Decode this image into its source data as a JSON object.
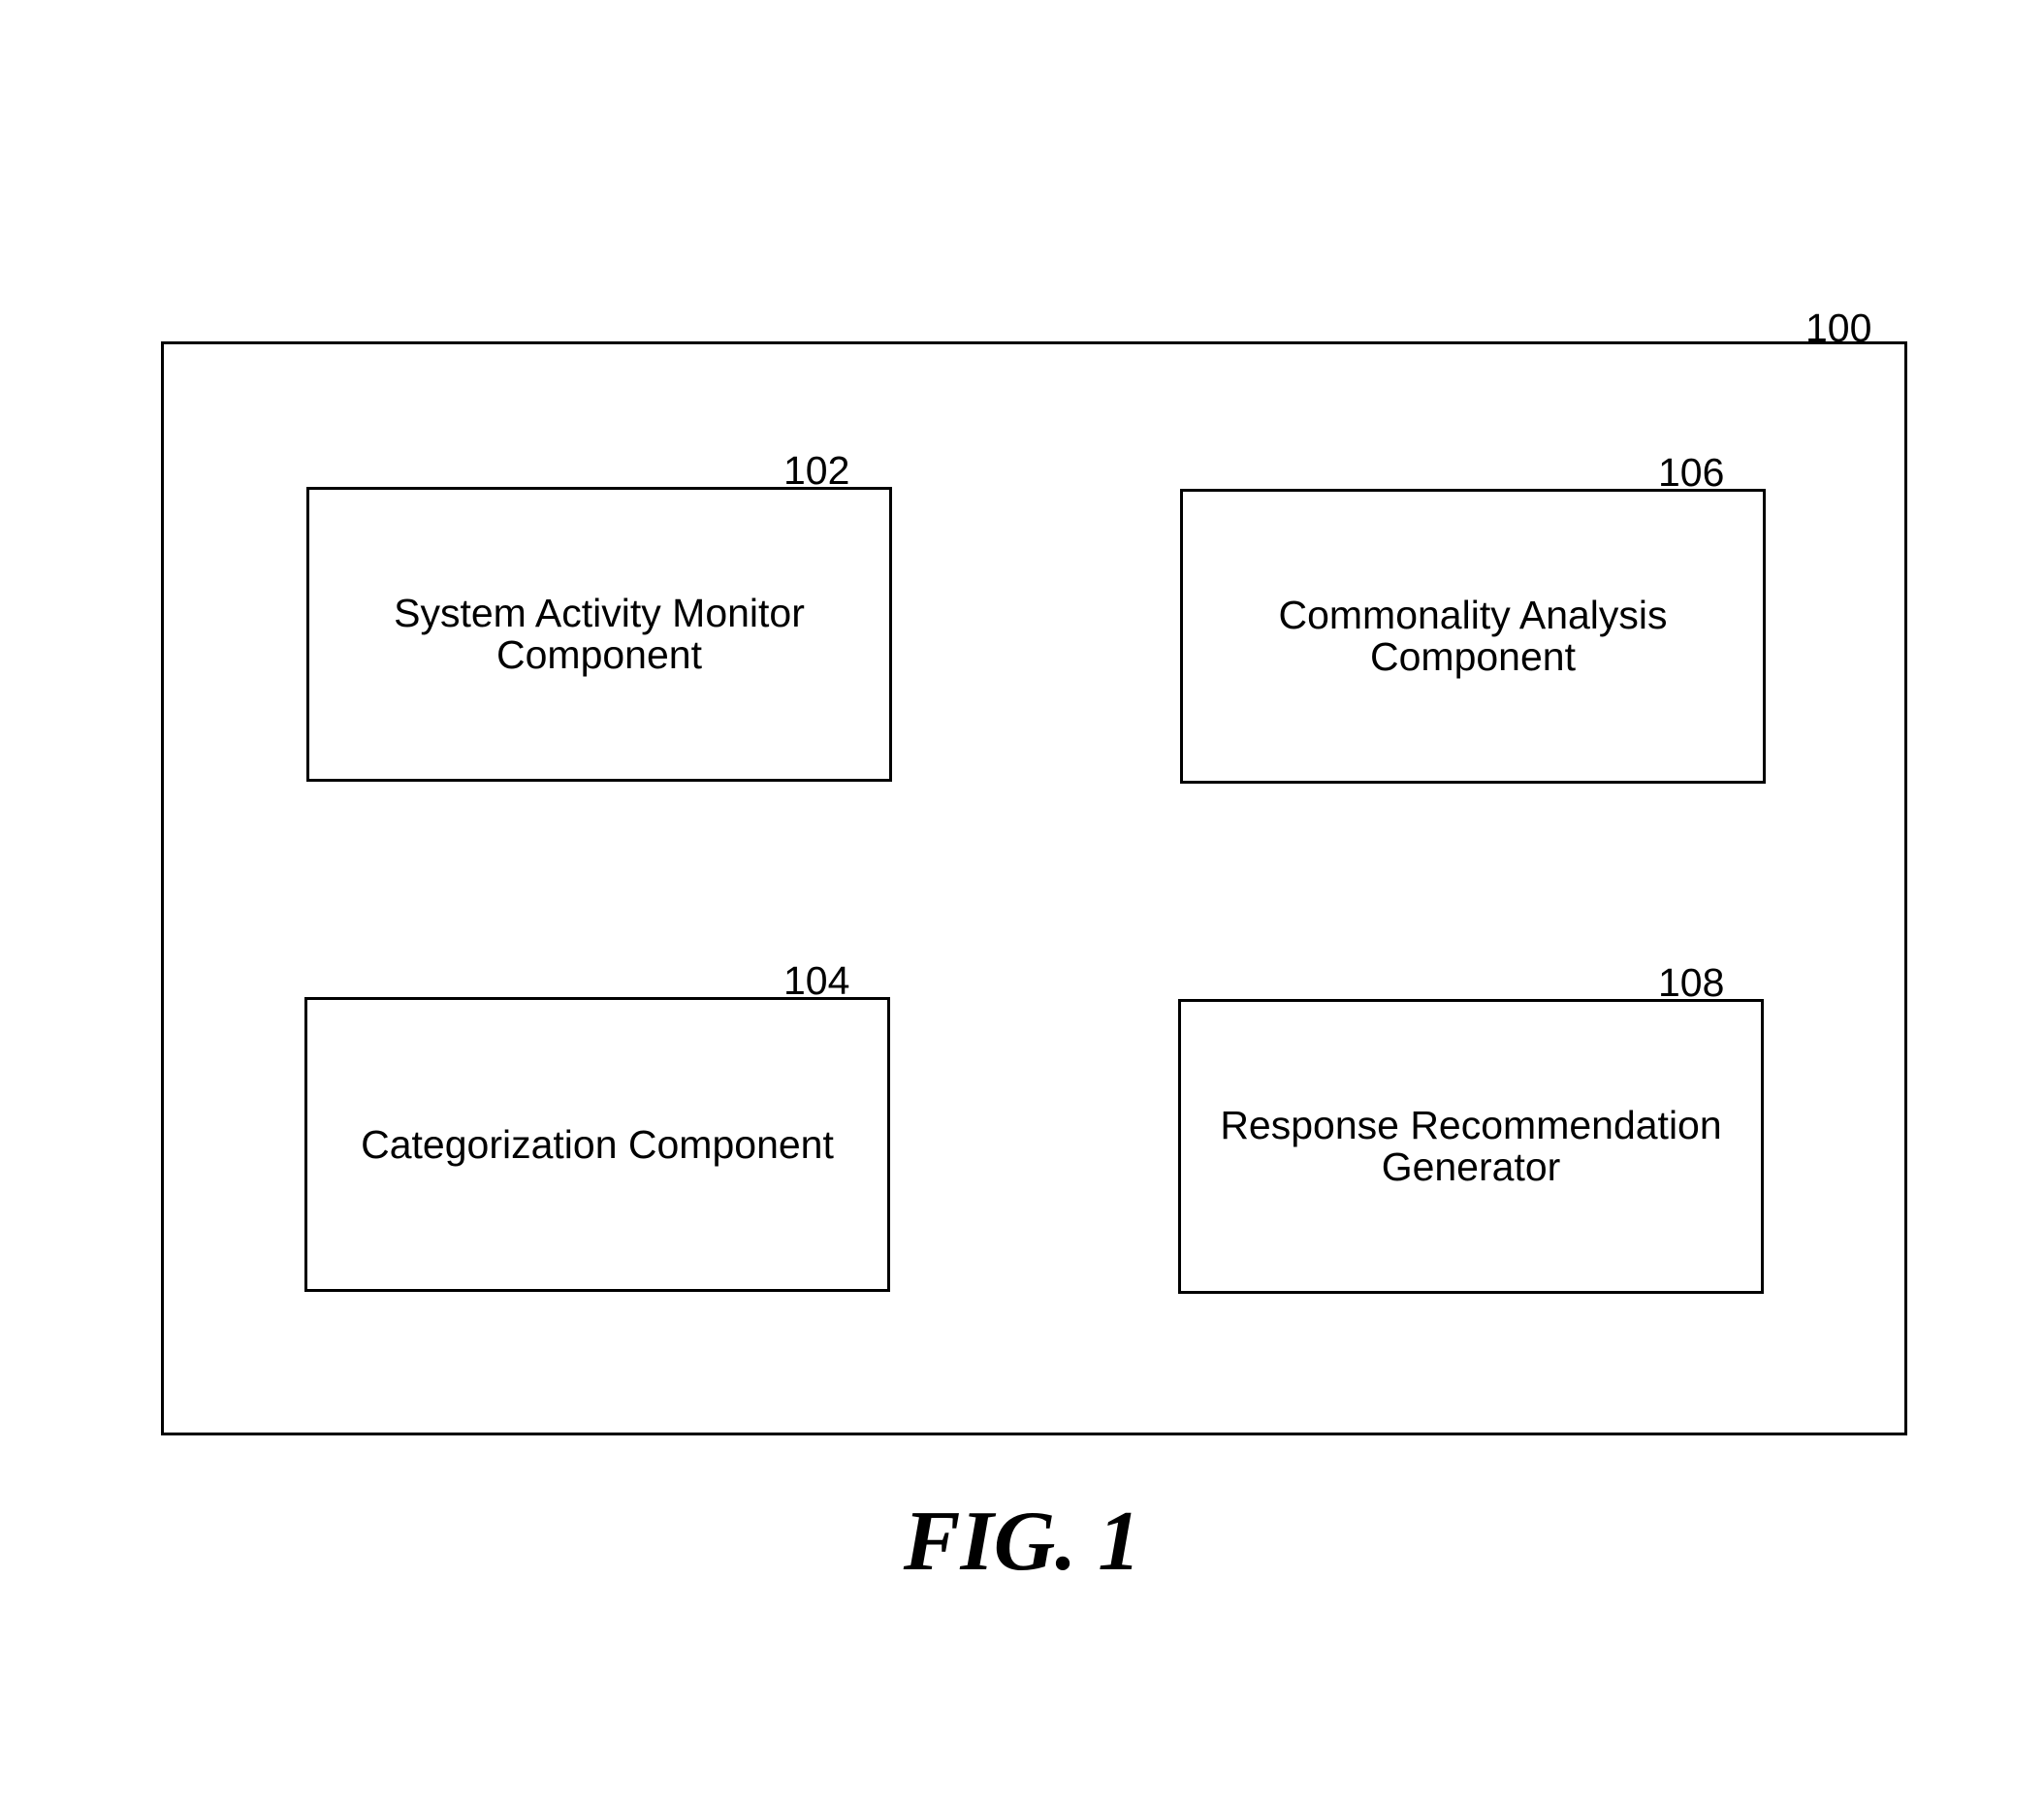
{
  "system": {
    "ref": "100"
  },
  "components": [
    {
      "ref": "102",
      "lines": [
        "System Activity Monitor",
        "Component"
      ]
    },
    {
      "ref": "106",
      "lines": [
        "Commonality Analysis",
        "Component"
      ]
    },
    {
      "ref": "104",
      "lines": [
        "Categorization Component"
      ]
    },
    {
      "ref": "108",
      "lines": [
        "Response Recommendation",
        "Generator"
      ]
    }
  ],
  "caption": "FIG. 1"
}
